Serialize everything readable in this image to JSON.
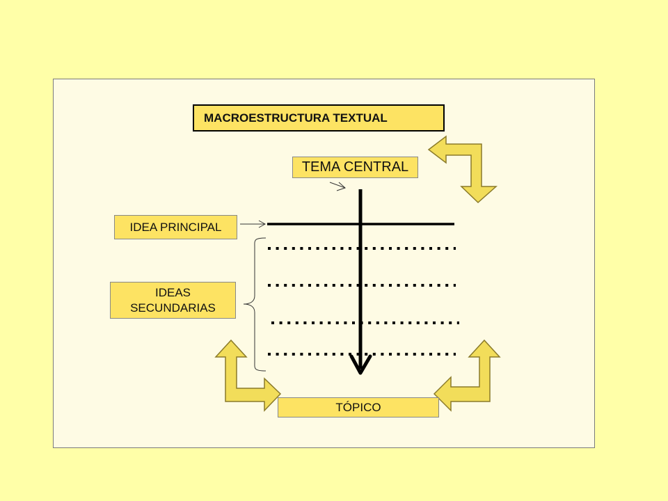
{
  "diagram": {
    "title": "MACROESTRUCTURA TEXTUAL",
    "tema_central": "TEMA CENTRAL",
    "idea_principal": "IDEA PRINCIPAL",
    "ideas_secundarias": "IDEAS\nSECUNDARIAS",
    "topico": "TÓPICO"
  },
  "colors": {
    "slide_background": "#ffffa8",
    "panel_background": "#fefbe4",
    "box_fill": "#fde363",
    "arrow_fill": "#f2dd5a",
    "line": "#000000"
  },
  "icons": {
    "bent_arrow": "bent-arrow-icon",
    "curly_brace": "curly-brace-icon"
  }
}
